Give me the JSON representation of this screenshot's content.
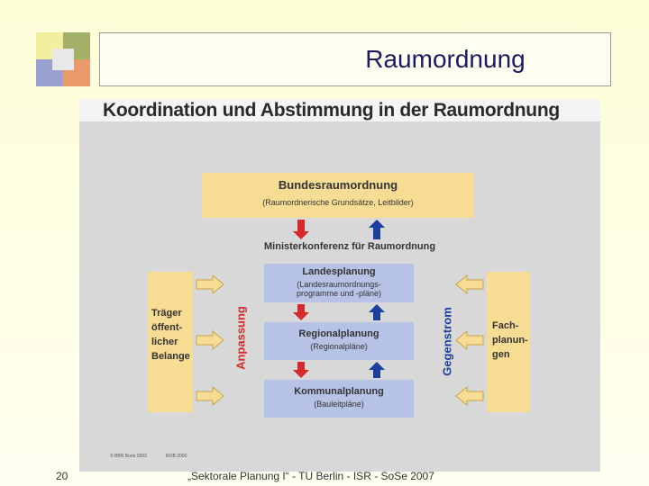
{
  "slide": {
    "title": "Raumordnung",
    "page_number": "20",
    "footer": "„Sektorale Planung I“ - TU Berlin - ISR - SoSe 2007"
  },
  "diagram": {
    "title": "Koordination und Abstimmung in der Raumordnung",
    "bund": {
      "title": "Bundesraumordnung",
      "sub": "(Raumordnerische Grundsätze, Leitbilder)"
    },
    "conference": "Ministerkonferenz für Raumordnung",
    "land": {
      "title": "Landesplanung",
      "sub1": "(Landesraumordnungs-",
      "sub2": "programme und -pläne)"
    },
    "region": {
      "title": "Regionalplanung",
      "sub": "(Regionalpläne)"
    },
    "kommune": {
      "title": "Kommunalplanung",
      "sub": "(Bauleitpläne)"
    },
    "left_label": "Anpassung",
    "right_label": "Gegenstrom",
    "left_side": [
      "Träger",
      "öffent-",
      "licher",
      "Belange"
    ],
    "right_side": [
      "Fach-",
      "planun-",
      "gen"
    ],
    "copyright": "© BBR Bonn 2002",
    "copyright_code": "ROB 2000",
    "colors": {
      "down_arrow": "#d62a2a",
      "up_arrow": "#1c3f9e",
      "side_arrow": "#f7dd94"
    }
  }
}
